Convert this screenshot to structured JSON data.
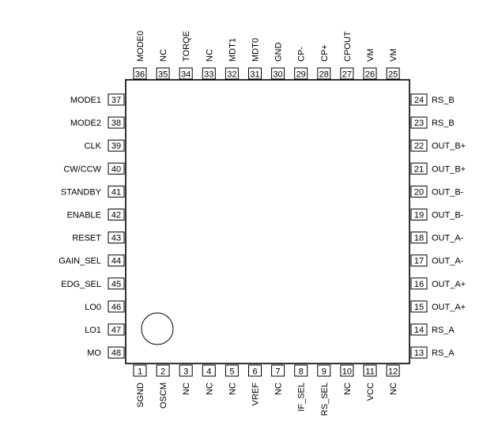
{
  "pins": {
    "top": [
      {
        "num": "36",
        "name": "MODE0"
      },
      {
        "num": "35",
        "name": "NC"
      },
      {
        "num": "34",
        "name": "TORQE"
      },
      {
        "num": "33",
        "name": "NC"
      },
      {
        "num": "32",
        "name": "MDT1"
      },
      {
        "num": "31",
        "name": "MDT0"
      },
      {
        "num": "30",
        "name": "GND"
      },
      {
        "num": "29",
        "name": "CP-"
      },
      {
        "num": "28",
        "name": "CP+"
      },
      {
        "num": "27",
        "name": "CPOUT"
      },
      {
        "num": "26",
        "name": "VM"
      },
      {
        "num": "25",
        "name": "VM"
      }
    ],
    "left": [
      {
        "num": "37",
        "name": "MODE1"
      },
      {
        "num": "38",
        "name": "MODE2"
      },
      {
        "num": "39",
        "name": "CLK"
      },
      {
        "num": "40",
        "name": "CW/CCW"
      },
      {
        "num": "41",
        "name": "STANDBY"
      },
      {
        "num": "42",
        "name": "ENABLE"
      },
      {
        "num": "43",
        "name": "RESET"
      },
      {
        "num": "44",
        "name": "GAIN_SEL"
      },
      {
        "num": "45",
        "name": "EDG_SEL"
      },
      {
        "num": "46",
        "name": "LO0"
      },
      {
        "num": "47",
        "name": "LO1"
      },
      {
        "num": "48",
        "name": "MO"
      }
    ],
    "right": [
      {
        "num": "24",
        "name": "RS_B"
      },
      {
        "num": "23",
        "name": "RS_B"
      },
      {
        "num": "22",
        "name": "OUT_B+"
      },
      {
        "num": "21",
        "name": "OUT_B+"
      },
      {
        "num": "20",
        "name": "OUT_B-"
      },
      {
        "num": "19",
        "name": "OUT_B-"
      },
      {
        "num": "18",
        "name": "OUT_A-"
      },
      {
        "num": "17",
        "name": "OUT_A-"
      },
      {
        "num": "16",
        "name": "OUT_A+"
      },
      {
        "num": "15",
        "name": "OUT_A+"
      },
      {
        "num": "14",
        "name": "RS_A"
      },
      {
        "num": "13",
        "name": "RS_A"
      }
    ],
    "bottom": [
      {
        "num": "1",
        "name": "SGND"
      },
      {
        "num": "2",
        "name": "OSCM"
      },
      {
        "num": "3",
        "name": "NC"
      },
      {
        "num": "4",
        "name": "NC"
      },
      {
        "num": "5",
        "name": "NC"
      },
      {
        "num": "6",
        "name": "VREF"
      },
      {
        "num": "7",
        "name": "NC"
      },
      {
        "num": "8",
        "name": "IF_SEL"
      },
      {
        "num": "9",
        "name": "RS_SEL"
      },
      {
        "num": "10",
        "name": "NC"
      },
      {
        "num": "11",
        "name": "VCC"
      },
      {
        "num": "12",
        "name": "NC"
      }
    ]
  }
}
